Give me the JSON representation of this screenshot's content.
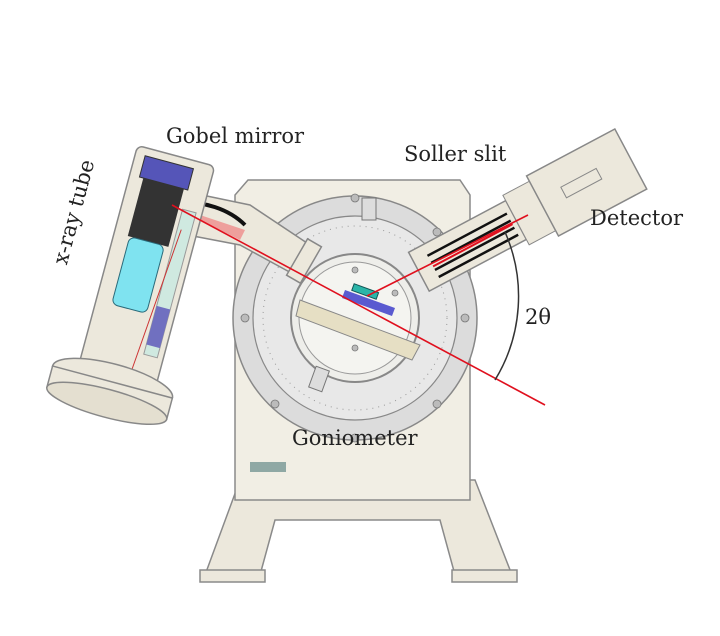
{
  "labels": {
    "gobel_mirror": "Gobel mirror",
    "soller_slit": "Soller slit",
    "detector": "Detector",
    "xray_tube": "x-ray tube",
    "two_theta": "2θ",
    "goniometer": "Goniometer"
  },
  "colors": {
    "beam": "#e0101e",
    "body": "#ece8dc",
    "outline": "#8a8a8a",
    "tube_glass": "#7fe3f0",
    "tube_dark": "#333333",
    "mirror_blue": "#4a4ab0"
  }
}
